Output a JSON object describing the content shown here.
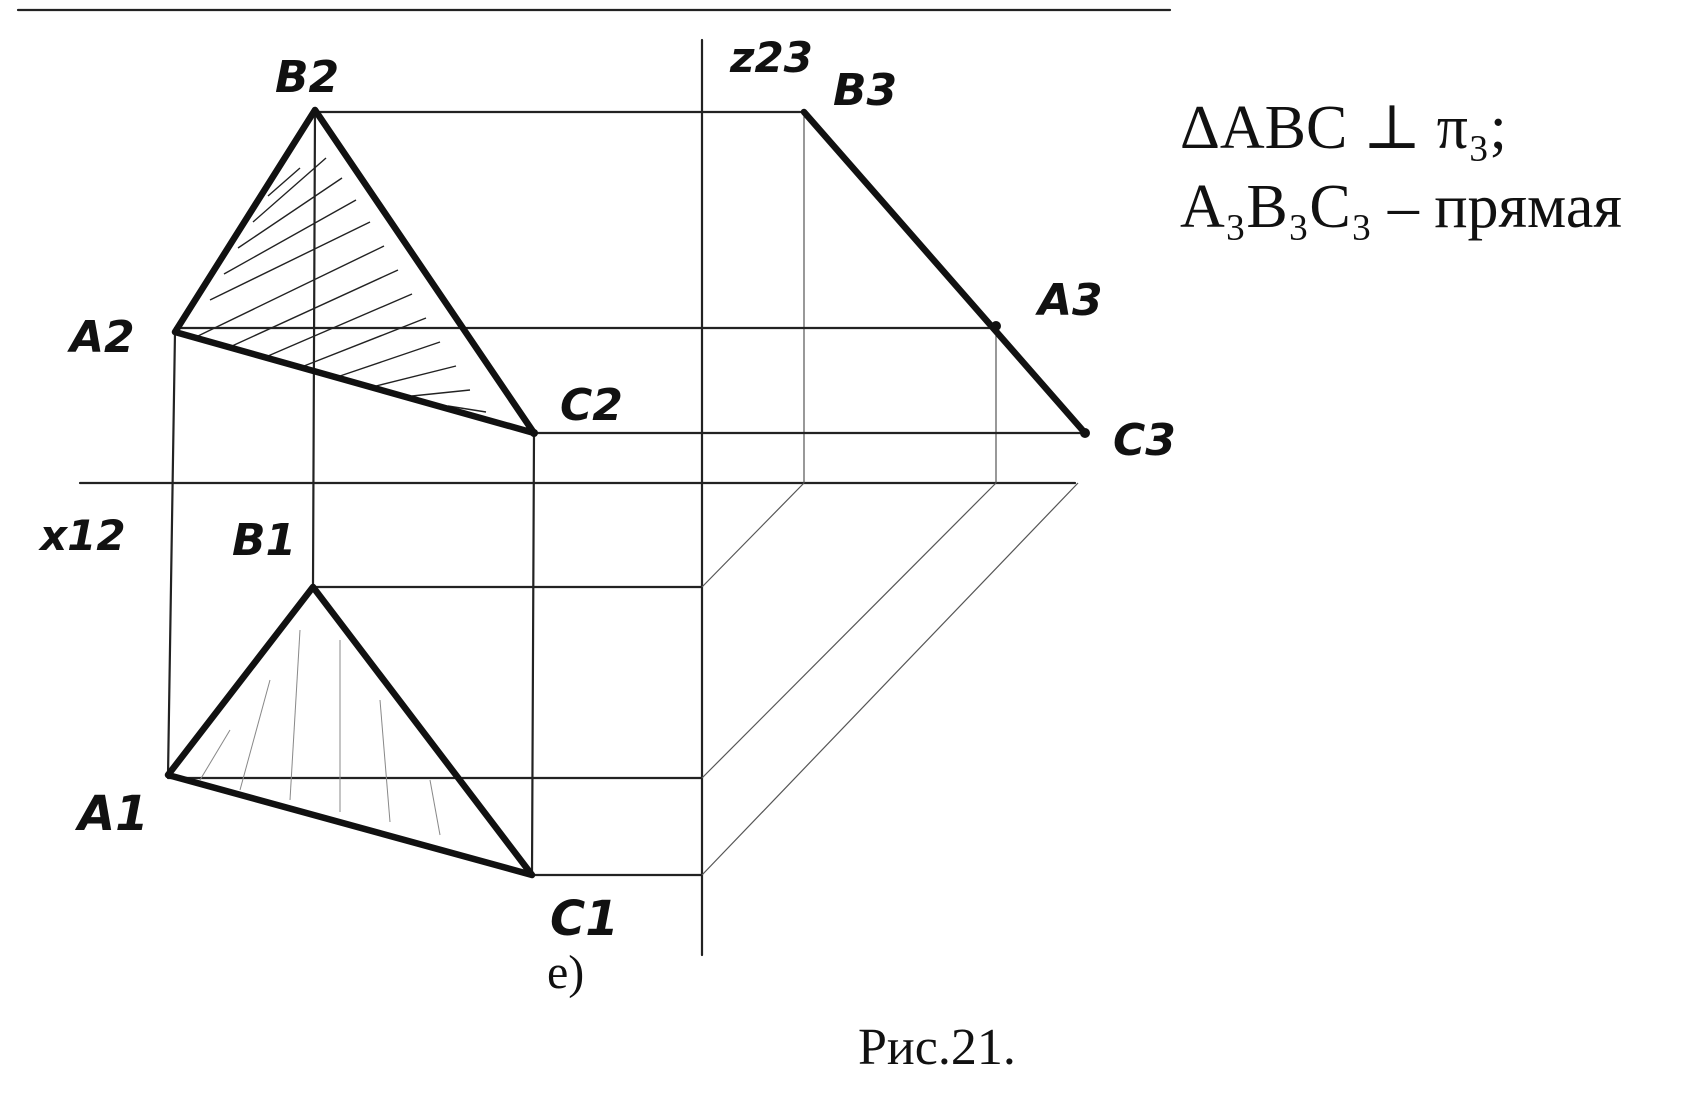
{
  "labels": {
    "b2": "B2",
    "a2": "A2",
    "c2": "C2",
    "b1": "B1",
    "a1": "A1",
    "c1": "C1",
    "b3": "B3",
    "a3": "A3",
    "c3": "C3",
    "z23": "z23",
    "x12": "x12"
  },
  "notes": {
    "line1": "ΔABC ⊥ π₃;",
    "line2": "A₃B₃C₃ – прямая"
  },
  "figure_label": "е)",
  "caption": "Рис.21."
}
